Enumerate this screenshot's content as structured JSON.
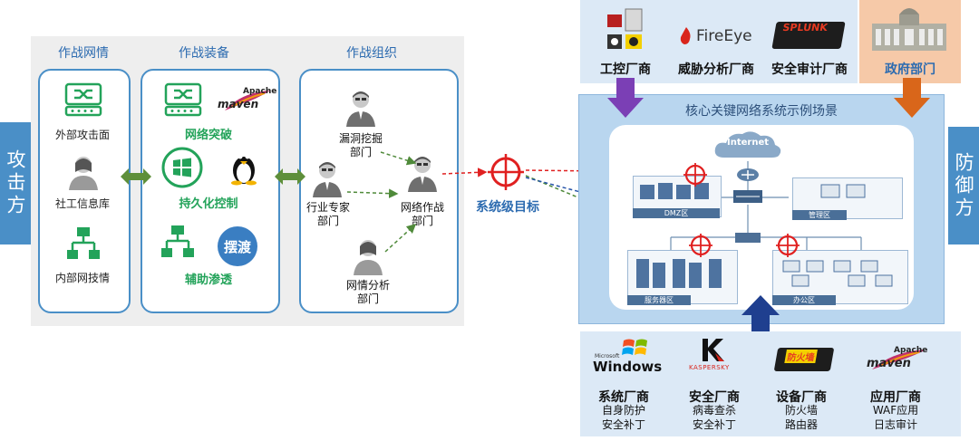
{
  "attacker": {
    "side_label": "攻击方",
    "columns": {
      "intel": {
        "title": "作战网情",
        "items": [
          "外部攻击面",
          "社工信息库",
          "内部网技情"
        ]
      },
      "equipment": {
        "title": "作战装备",
        "items": [
          "网络突破",
          "持久化控制",
          "辅助渗透"
        ],
        "tool_badge": "摆渡",
        "maven_logo": {
          "apache": "Apache",
          "name": "maven"
        }
      },
      "organization": {
        "title": "作战组织",
        "units": [
          "漏洞挖掘\n部门",
          "行业专家\n部门",
          "网络作战\n部门",
          "网情分析\n部门"
        ]
      }
    },
    "target_label": "系统级目标"
  },
  "defender": {
    "side_label": "防御方",
    "top_vendors": [
      {
        "label": "工控厂商"
      },
      {
        "label": "威胁分析厂商",
        "logo_text": "FireEye"
      },
      {
        "label": "安全审计厂商",
        "logo_text": "SPLUNK"
      }
    ],
    "government": {
      "label": "政府部门"
    },
    "scene": {
      "title": "核心关键网络系统示例场景",
      "internet_label": "Internet",
      "zones": [
        "DMZ区",
        "管理区",
        "服务器区",
        "办公区"
      ]
    },
    "bottom_vendors": [
      {
        "label": "系统厂商",
        "sub": [
          "自身防护",
          "安全补丁"
        ],
        "logo_text": "Windows",
        "logo_small": "Microsoft"
      },
      {
        "label": "安全厂商",
        "sub": [
          "病毒查杀",
          "安全补丁"
        ],
        "logo_text": "KASPERSKY"
      },
      {
        "label": "设备厂商",
        "sub": [
          "防火墙",
          "路由器"
        ],
        "logo_text": "防火墙"
      },
      {
        "label": "应用厂商",
        "sub": [
          "WAF应用",
          "日志审计"
        ],
        "logo_text": "maven",
        "logo_small": "Apache"
      }
    ]
  },
  "colors": {
    "accent_blue": "#4a8fc7",
    "green": "#23a35a",
    "red": "#e02020",
    "gov_orange": "#f6c9a8",
    "purple_arrow": "#7b3fb5",
    "orange_arrow": "#d9661a",
    "navy_arrow": "#1f3f8f"
  }
}
